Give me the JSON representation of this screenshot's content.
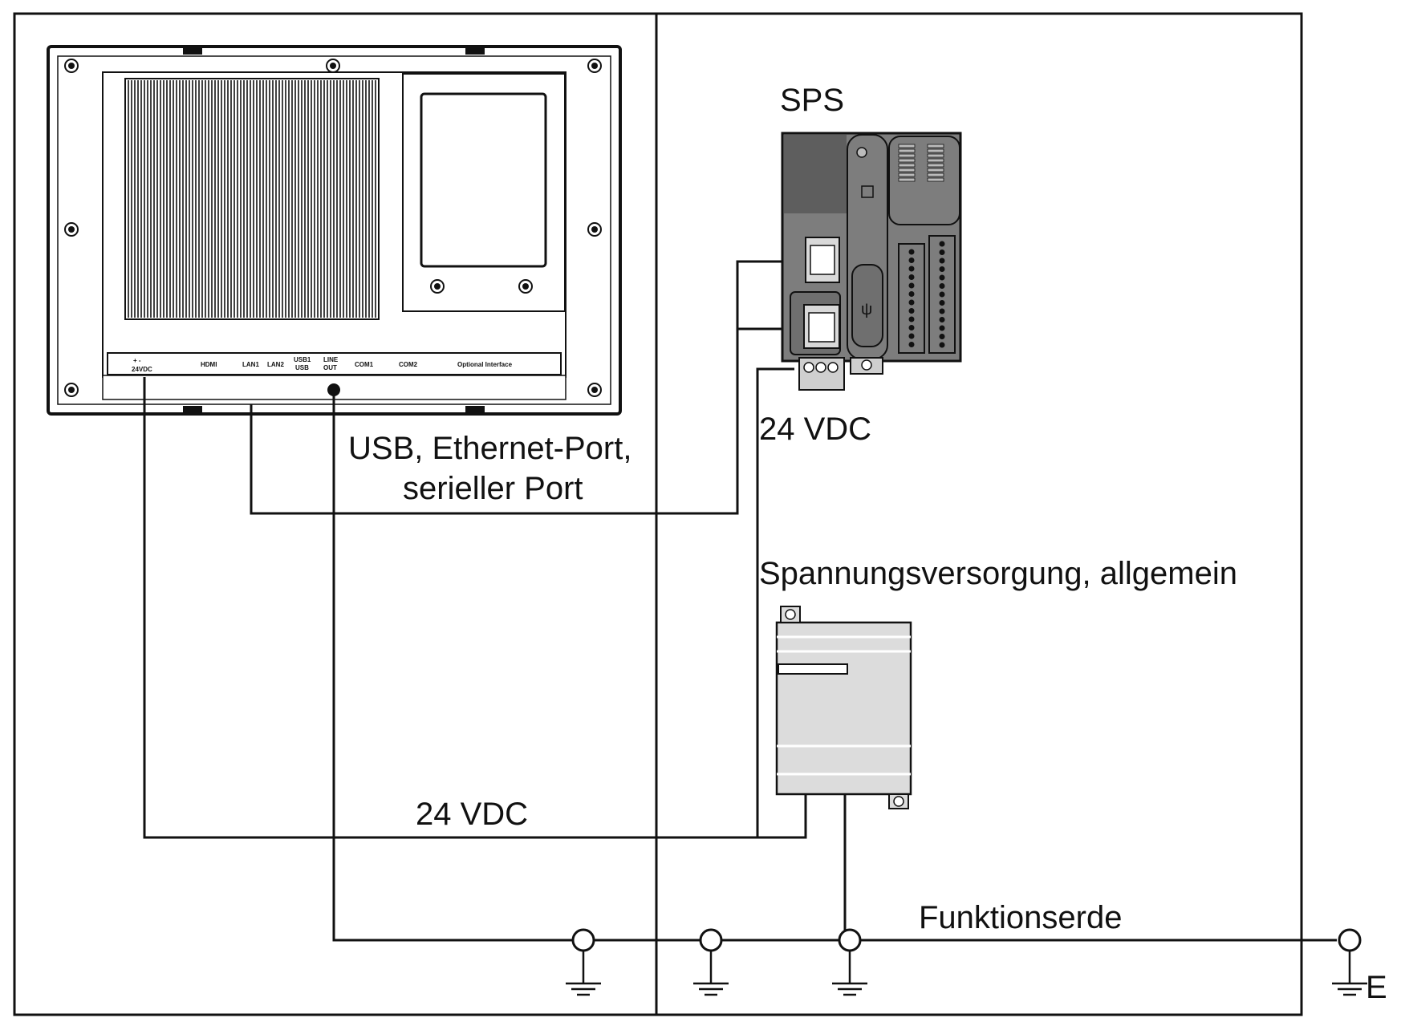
{
  "labels": {
    "plc": "SPS",
    "comm_link_line1": "USB, Ethernet-Port,",
    "comm_link_line2": "serieller Port",
    "plc_supply": "24 VDC",
    "panel_supply": "24 VDC",
    "power_supply": "Spannungsversorgung, allgemein",
    "functional_earth": "Funktionserde",
    "earth_marker": "E"
  },
  "panel_ports": {
    "power": "24VDC",
    "power_symbols": "+ -",
    "hdmi": "HDMI",
    "lan1": "LAN1",
    "lan2": "LAN2",
    "usb_line1": "USB1",
    "usb_line2": "USB",
    "lineout_line1": "LINE",
    "lineout_line2": "OUT",
    "com1": "COM1",
    "com2": "COM2",
    "optional": "Optional Interface"
  },
  "colors": {
    "line": "#111111",
    "panel_fill": "#ffffff",
    "plc_body": "#7d7d7d",
    "plc_dark": "#5e5e5e",
    "psu_body": "#dcdcdc"
  }
}
